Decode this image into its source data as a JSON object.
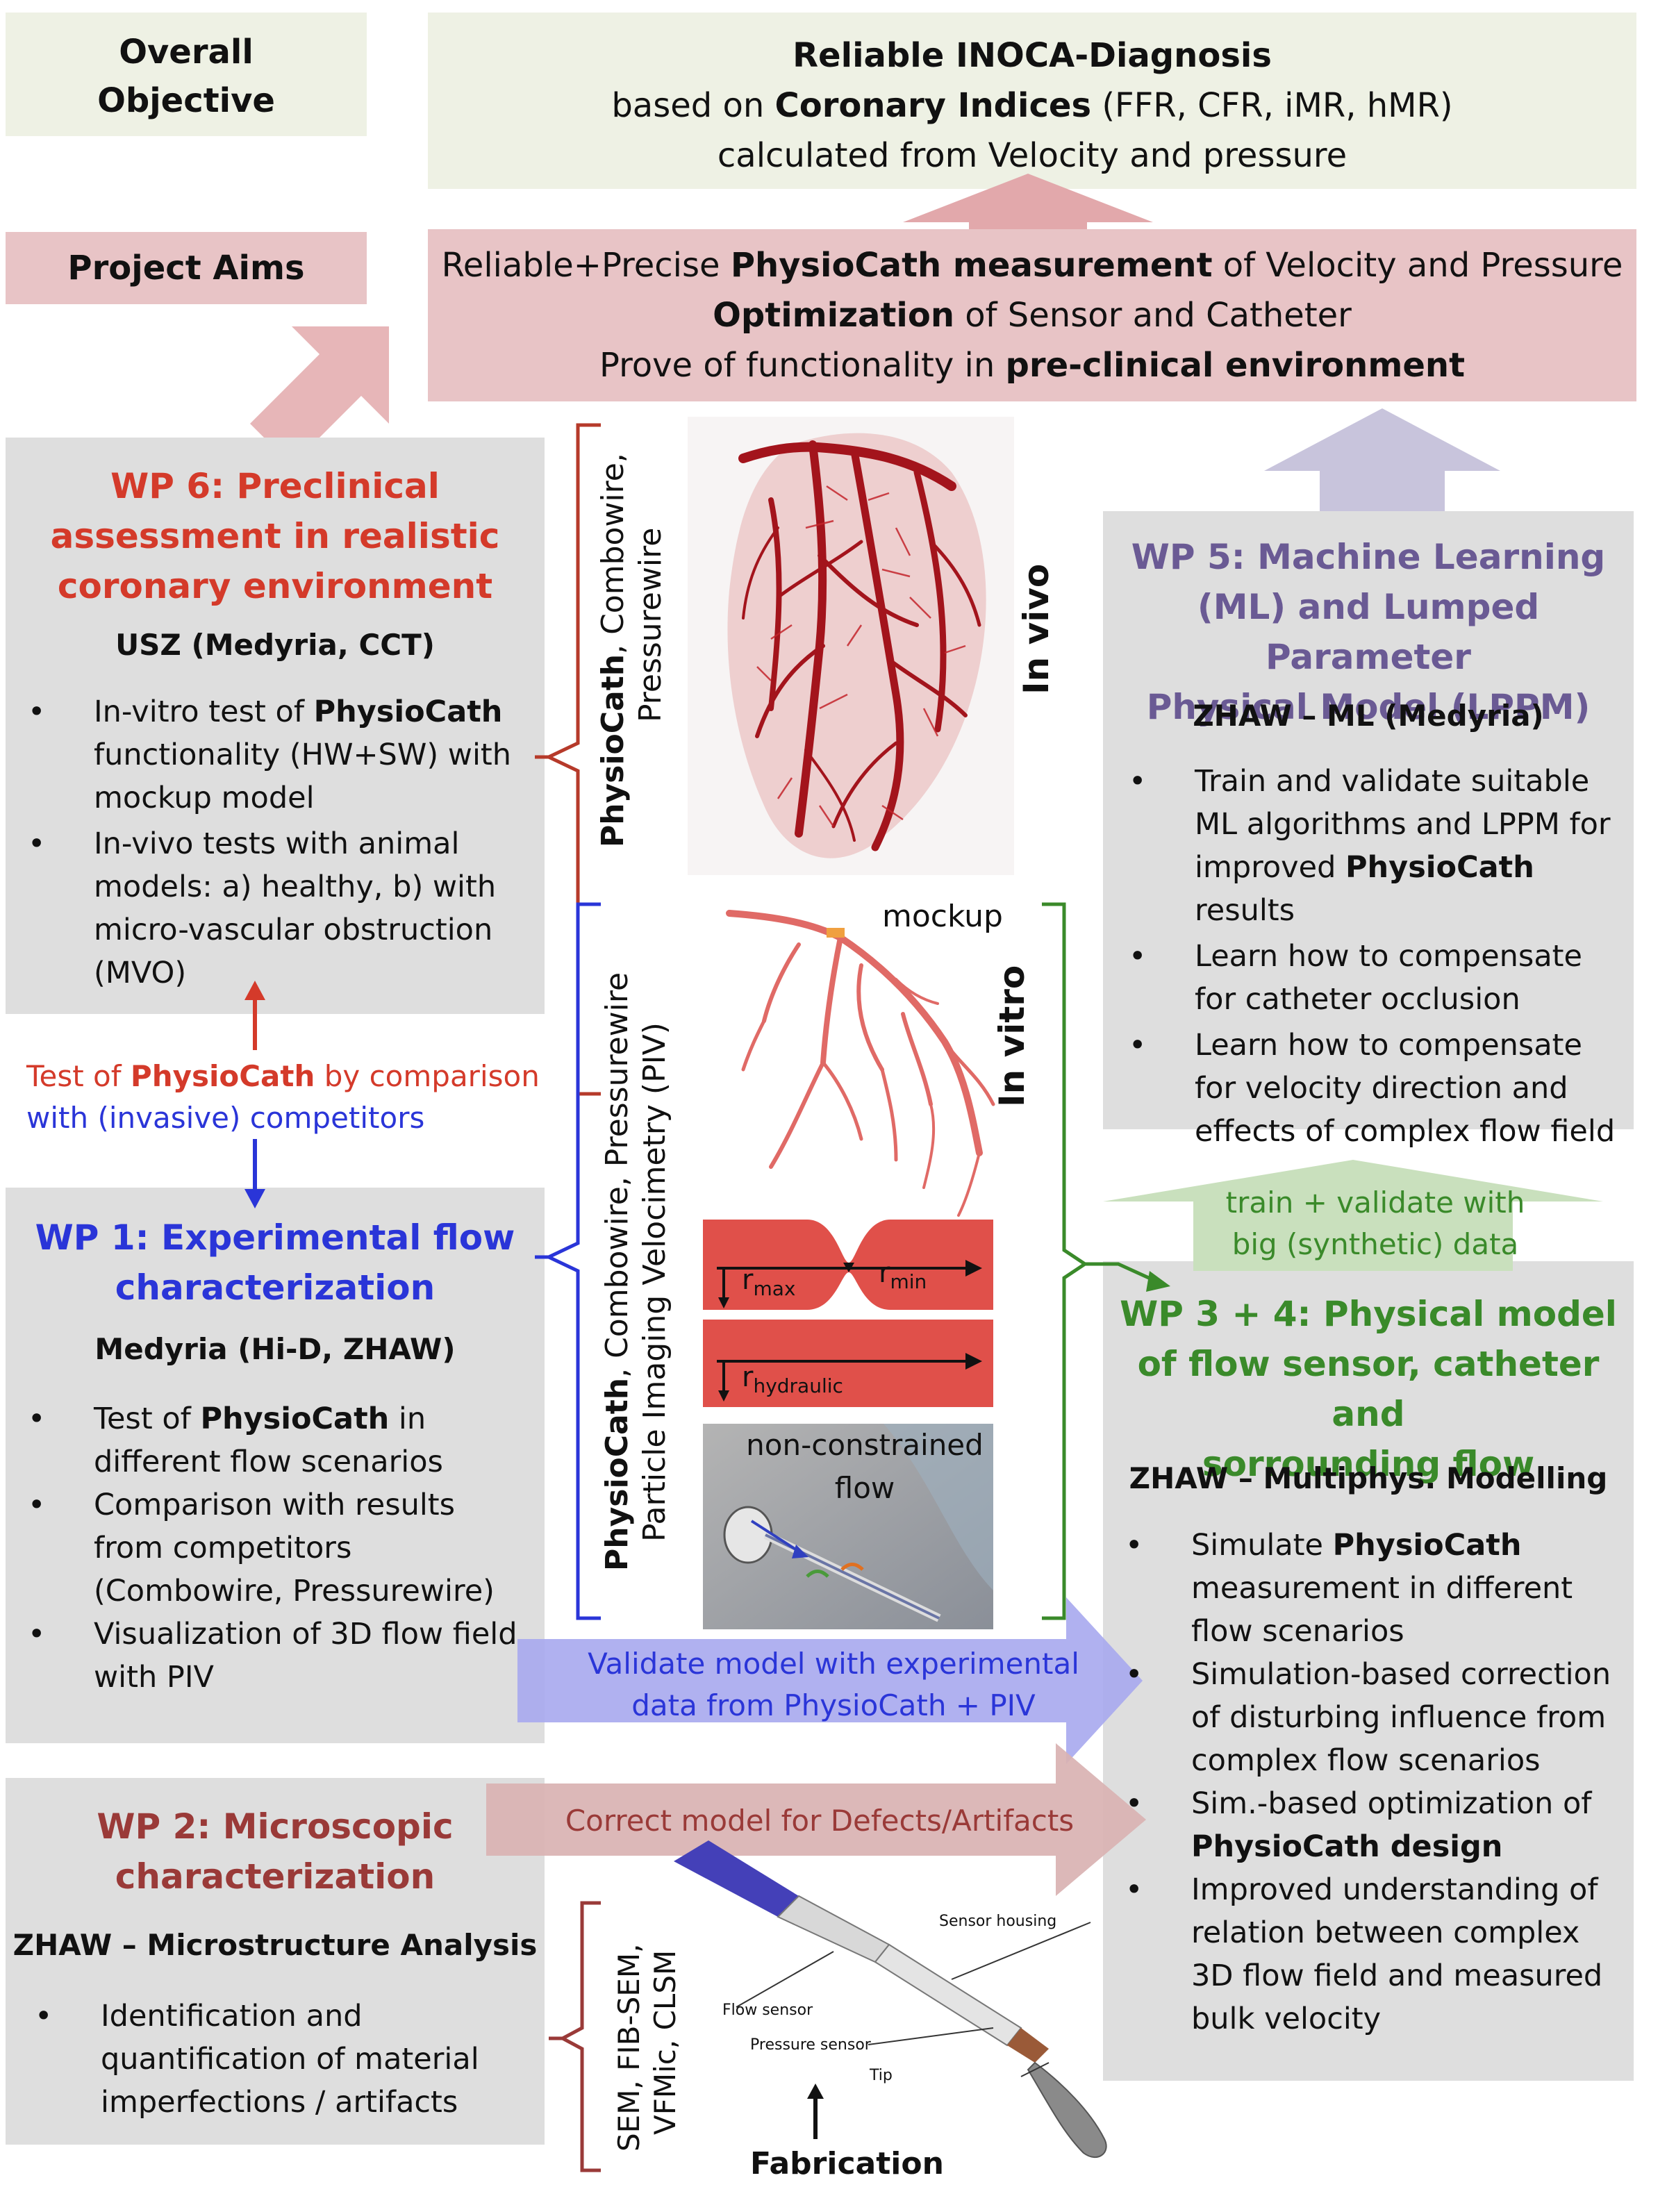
{
  "overall_objective": {
    "label_line1": "Overall",
    "label_line2": "Objective",
    "title": "Reliable INOCA-Diagnosis",
    "line2_pre": "based on",
    "line2_bold": "Coronary Indices",
    "line2_post": "(FFR, CFR, iMR, hMR)",
    "line3": "calculated from Velocity and pressure"
  },
  "project_aims": {
    "label": "Project Aims",
    "line1_pre": "Reliable+Precise",
    "line1_bold": "PhysioCath measurement",
    "line1_post": "of Velocity and Pressure",
    "line2_bold": "Optimization",
    "line2_post": "of Sensor and Catheter",
    "line3_pre": "Prove of functionality in",
    "line3_bold": "pre-clinical environment"
  },
  "wp6": {
    "title_l1": "WP 6: Preclinical",
    "title_l2": "assessment in realistic",
    "title_l3": "coronary environment",
    "org": "USZ (Medyria, CCT)",
    "b1_l1_pre": "In-vitro test of",
    "b1_l1_bold": "PhysioCath",
    "b1_l2": "functionality (HW+SW) with",
    "b1_l3": "mockup model",
    "b2_l1": "In-vivo tests with animal",
    "b2_l2": "models: a) healthy, b) with",
    "b2_l3": "micro-vascular obstruction",
    "b2_l4": "(MVO)"
  },
  "test_note": {
    "l1_pre": "Test of",
    "l1_bold": "PhysioCath",
    "l1_post": "by comparison",
    "l2": "with (invasive) competitors"
  },
  "wp1": {
    "title_l1": "WP 1: Experimental flow",
    "title_l2": "characterization",
    "org": "Medyria (Hi-D, ZHAW)",
    "b1_l1_pre": "Test of",
    "b1_l1_bold": "PhysioCath",
    "b1_l1_post": "in",
    "b1_l2": "different flow scenarios",
    "b2_l1": "Comparison with results",
    "b2_l2": "from competitors",
    "b2_l3": "(Combowire, Pressurewire)",
    "b3_l1": "Visualization of 3D flow field",
    "b3_l2": "with PIV"
  },
  "wp2": {
    "title_l1": "WP 2: Microscopic",
    "title_l2": "characterization",
    "org": "ZHAW – Microstructure Analysis",
    "b1_l1": "Identification and",
    "b1_l2": "quantification of material",
    "b1_l3": "imperfections / artifacts"
  },
  "wp5": {
    "title_l1": "WP 5: Machine Learning",
    "title_l2": "(ML) and Lumped Parameter",
    "title_l3": "Physical Model (LPPM)",
    "org": "ZHAW – ML (Medyria)",
    "b1_l1": "Train and validate suitable",
    "b1_l2": "ML algorithms and LPPM for",
    "b1_l3_pre": "improved",
    "b1_l3_bold": "PhysioCath",
    "b1_l3_post": "results",
    "b2_l1": "Learn how to compensate",
    "b2_l2": "for catheter occlusion",
    "b3_l1": "Learn how to compensate",
    "b3_l2": "for velocity direction and",
    "b3_l3": "effects of complex flow field"
  },
  "train_arrow": {
    "l1": "train + validate with",
    "l2": "big (synthetic) data"
  },
  "wp34": {
    "title_l1": "WP 3 + 4: Physical model",
    "title_l2": "of flow sensor, catheter and",
    "title_l3": "sorrounding flow",
    "org": "ZHAW – Multiphys. Modelling",
    "b1_l1_pre": "Simulate",
    "b1_l1_bold": "PhysioCath",
    "b1_l2": "measurement in different",
    "b1_l3": "flow scenarios",
    "b2_l1": "Simulation-based correction",
    "b2_l2": "of disturbing influence from",
    "b2_l3": "complex flow scenarios",
    "b3_l1": "Sim.-based optimization of",
    "b3_l2_bold": "PhysioCath design",
    "b4_l1": "Improved understanding of",
    "b4_l2": "relation between complex",
    "b4_l3": "3D flow field and measured",
    "b4_l4": "bulk velocity"
  },
  "validate_arrow": {
    "l1": "Validate model with experimental",
    "l2": "data from PhysioCath + PIV"
  },
  "correct_arrow": {
    "label": "Correct model for Defects/Artifacts"
  },
  "center": {
    "invivo_vert_bold": "PhysioCath",
    "invivo_vert_rest": ", Combowire,",
    "invivo_vert_l2": "Pressurewire",
    "invivo_label": "In vivo",
    "invitro_vert_bold": "PhysioCath",
    "invitro_vert_rest": ", Combowire, Pressurewire",
    "invitro_vert_l2": "Particle Imaging Velocimetry (PIV)",
    "invitro_label": "In vitro",
    "mockup": "mockup",
    "r_max": "r",
    "r_max_sub": "max",
    "r_min": "r",
    "r_min_sub": "min",
    "r_hyd": "r",
    "r_hyd_sub": "hydraulic",
    "nonconstrained_l1": "non-constrained",
    "nonconstrained_l2": "flow",
    "micro_vert_l1": "SEM, FIB-SEM,",
    "micro_vert_l2": "VFMic, CLSM",
    "fabrication": "Fabrication",
    "sensor_housing": "Sensor housing",
    "flow_sensor": "Flow sensor",
    "pressure_sensor": "Pressure sensor",
    "tip": "Tip"
  },
  "colors": {
    "wp6_red": "#d43a2a",
    "wp1_blue": "#2a35d8",
    "wp2_brown": "#9a3a38",
    "wp5_purple": "#6a5a94",
    "wp34_green": "#3a8a2a"
  }
}
